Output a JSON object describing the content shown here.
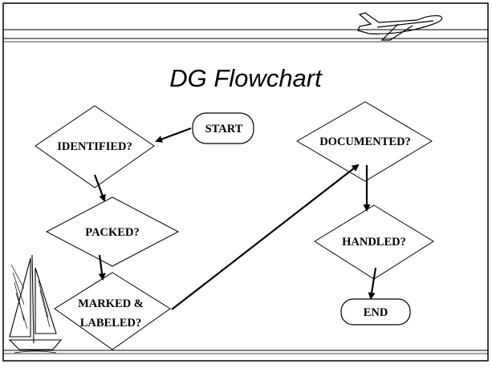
{
  "title": "DG Flowchart",
  "nodes": {
    "start": "START",
    "identified": "IDENTIFIED?",
    "packed": "PACKED?",
    "marked_line1": "MARKED &",
    "marked_line2": "LABELED?",
    "documented": "DOCUMENTED?",
    "handled": "HANDLED?",
    "end": "END"
  },
  "decorations": {
    "top_right": "airplane-icon",
    "bottom_left": "sailboat-icon"
  }
}
